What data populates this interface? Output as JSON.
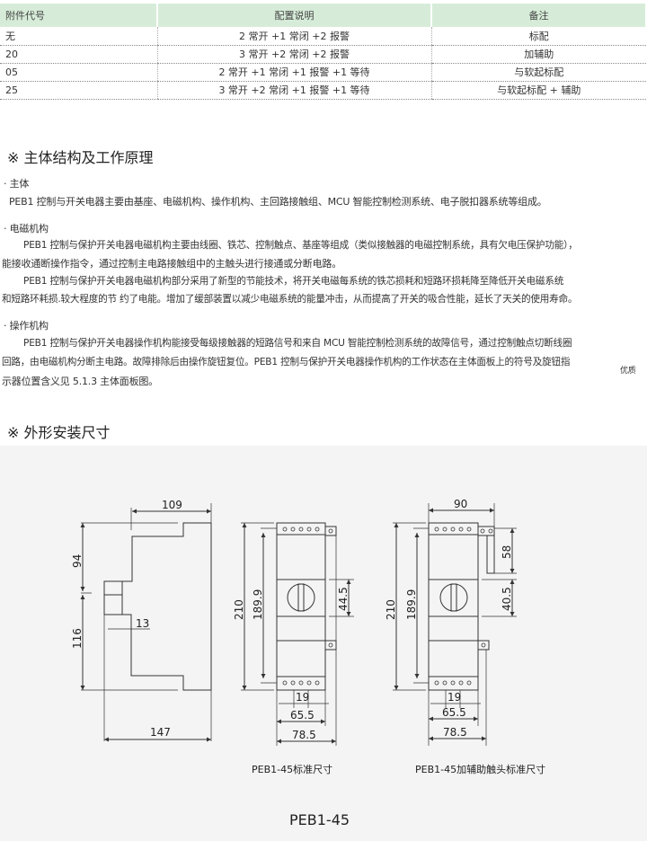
{
  "table": {
    "headers": [
      "附件代号",
      "配置说明",
      "备注"
    ],
    "rows": [
      [
        "无",
        "2 常开 +1 常闭 +2 报警",
        "标配"
      ],
      [
        "20",
        "3 常开 +2 常闭 +2 报警",
        "加辅助"
      ],
      [
        "05",
        "2 常开 +1 常闭 +1 报警 +1 等待",
        "与软起标配"
      ],
      [
        "25",
        "3 常开 +2 常闭 +1 报警 +1 等待",
        "与软起标配 + 辅助"
      ]
    ]
  },
  "section1": {
    "title": "※ 主体结构及工作原理",
    "body_title": "· 主体",
    "body_text": "PEB1 控制与开关电器主要由基座、电磁机构、操作机构、主回路接触组、MCU 智能控制检测系统、电子脱扣器系统等组成。",
    "em_title": "· 电磁机构",
    "em_lines": [
      "PEB1 控制与保护开关电器电磁机构主要由线圈、铁芯、控制触点、基座等组成（类似接触器的电磁控制系统，具有欠电压保护功能），",
      "能接收通断操作指令，通过控制主电路接触组中的主触头进行接通或分断电路。",
      "PEB1 控制与保护开关电器电磁机构部分采用了新型的节能技术，将开关电磁每系统的铁芯损耗和短路环损耗降至降低开关电磁系统",
      "和短路环耗损.较大程度的节 约了电能。增加了缓部装置以减少电磁系统的能量冲击，从而提高了开关的吸合性能，延长了天关的使用寿命。"
    ],
    "op_title": "· 操作机构",
    "op_lines": [
      "PEB1 控制与保护开关电器操作机构能接受每级接触器的短路信号和来自 MCU 智能控制检测系统的故障信号，通过控制触点切断线圈",
      "回路，由电磁机构分断主电路。故障排除后由操作旋钮复位。PEB1 控制与保护开关电器操作机构的工作状态在主体面板上的符号及旋钮指",
      "示器位置含义见 5.1.3 主体面板图。"
    ],
    "watermark": "优质"
  },
  "section2": {
    "title": "※ 外形安装尺寸",
    "side_dims": [
      "109",
      "94",
      "116",
      "13",
      "147"
    ],
    "std_dims": [
      "210",
      "189.9",
      "44.5",
      "19",
      "65.5",
      "78.5"
    ],
    "aux_dims": [
      "90",
      "58",
      "40.5",
      "210",
      "189.9",
      "19",
      "65.5",
      "78.5"
    ],
    "std_caption": "PEB1-45标准尺寸",
    "aux_caption": "PEB1-45加辅助触头标准尺寸",
    "model": "PEB1-45"
  }
}
